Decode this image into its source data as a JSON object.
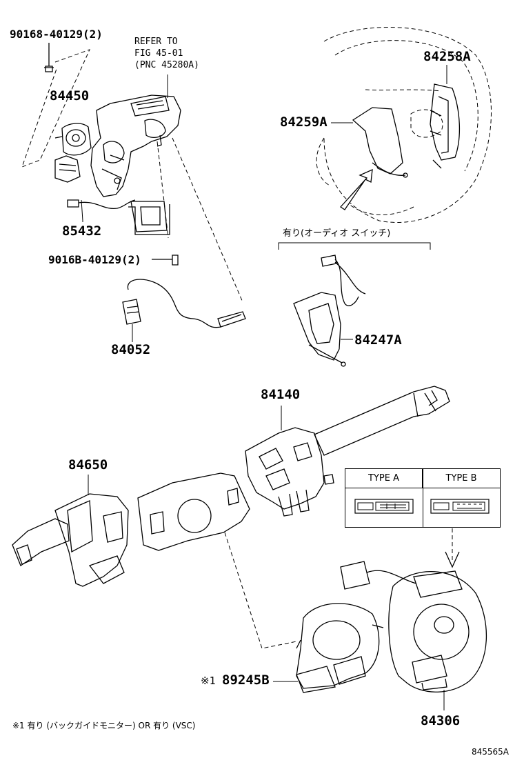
{
  "labels": {
    "bolt_top": "90168-40129(2)",
    "refer_line1": "REFER TO",
    "refer_line2": "FIG 45-01",
    "refer_line3": "(PNC 45280A)",
    "p84450": "84450",
    "p84258a": "84258A",
    "p84259a": "84259A",
    "p85432": "85432",
    "audio_note": "有り(オーディオ スイッチ)",
    "bolt_bottom": "9016B-40129(2)",
    "p84052": "84052",
    "p84247a": "84247A",
    "p84140": "84140",
    "p84650": "84650",
    "type_a": "TYPE A",
    "type_b": "TYPE B",
    "note_mark": "※1",
    "p89245b": "89245B",
    "p84306": "84306",
    "footnote": "※1  有り (バックガイドモニター) OR  有り (VSC)",
    "diagram_id": "845565A"
  }
}
